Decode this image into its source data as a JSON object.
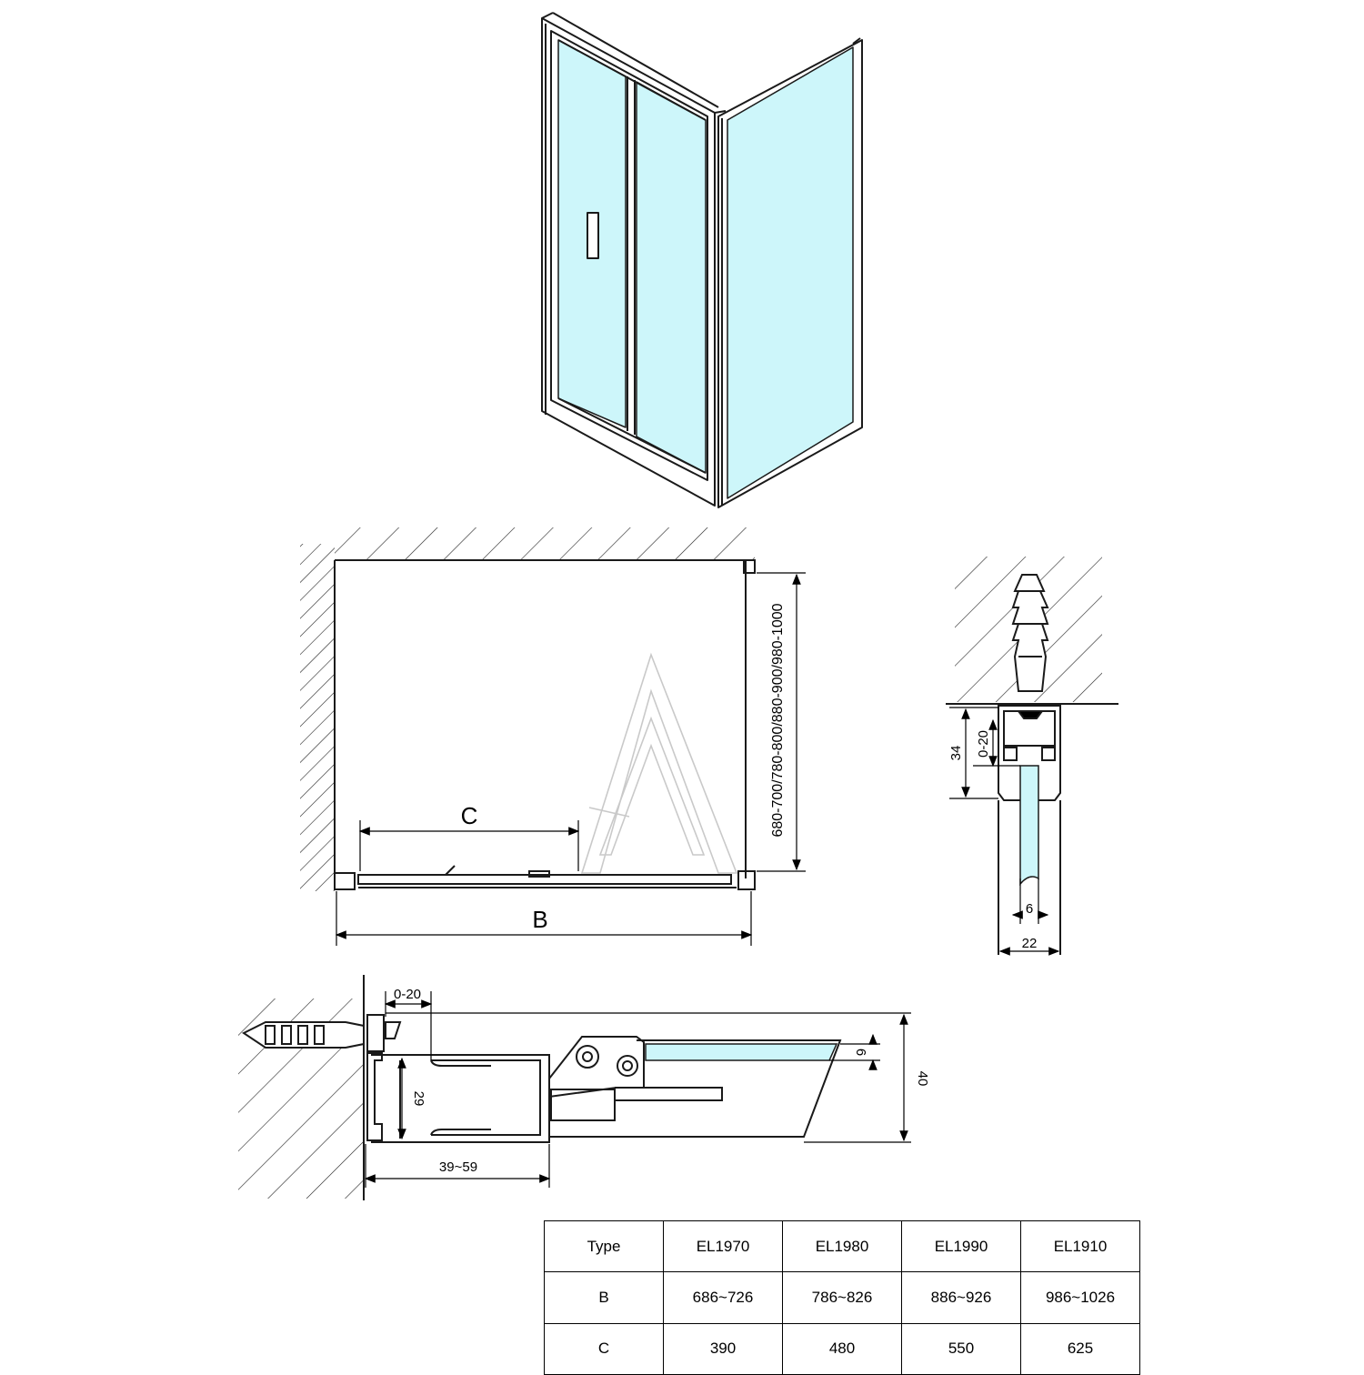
{
  "plan_labels": {
    "width_label": "B",
    "opening_label": "C",
    "depth_range": "680-700/780-800/880-900/980-1000"
  },
  "side_profile_labels": {
    "adjust": "0-20",
    "height": "34",
    "glass": "6",
    "width": "22"
  },
  "top_profile_labels": {
    "adjust": "0-20",
    "inner": "29",
    "glass": "6",
    "height": "40",
    "depth": "39~59"
  },
  "table": {
    "header": [
      "Type",
      "EL1970",
      "EL1980",
      "EL1990",
      "EL1910"
    ],
    "rows": [
      [
        "B",
        "686~726",
        "786~826",
        "886~926",
        "986~1026"
      ],
      [
        "C",
        "390",
        "480",
        "550",
        "625"
      ]
    ]
  },
  "colors": {
    "glass": "#cdf6fa",
    "line": "#1a1a1a"
  }
}
